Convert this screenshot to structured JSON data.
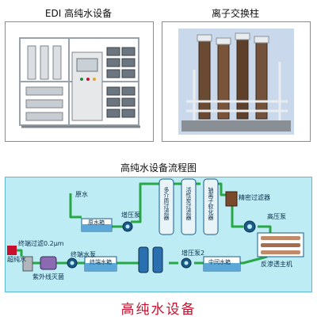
{
  "panels": {
    "edi": {
      "caption": "EDI 高纯水设备"
    },
    "ion": {
      "caption": "离子交换柱"
    }
  },
  "flow": {
    "title": "高纯水设备流程图",
    "raw_water": "原水",
    "raw_tank": "原水箱",
    "booster_pump": "增压泵",
    "multi_media_filter": "多介质过滤器",
    "carbon_filter": "活性炭过滤器",
    "softener": "钠离子软化器",
    "precision_filter": "精密过滤器",
    "high_pressure_pump": "高压泵",
    "ro_unit": "反渗透主机",
    "middle_tank": "中间水箱",
    "booster_pump_2": "增压泵2",
    "terminal_tank": "终端水箱",
    "terminal_pump": "终端水泵",
    "uv_sterilizer": "紫外线灭菌",
    "terminal_filter": "终端过滤0.2μm",
    "ultrapure_water": "超纯水"
  },
  "footer": {
    "title": "高纯水设备"
  },
  "colors": {
    "accent": "#c8102e",
    "pipe": "#27a844",
    "background": "#bdecf5"
  }
}
